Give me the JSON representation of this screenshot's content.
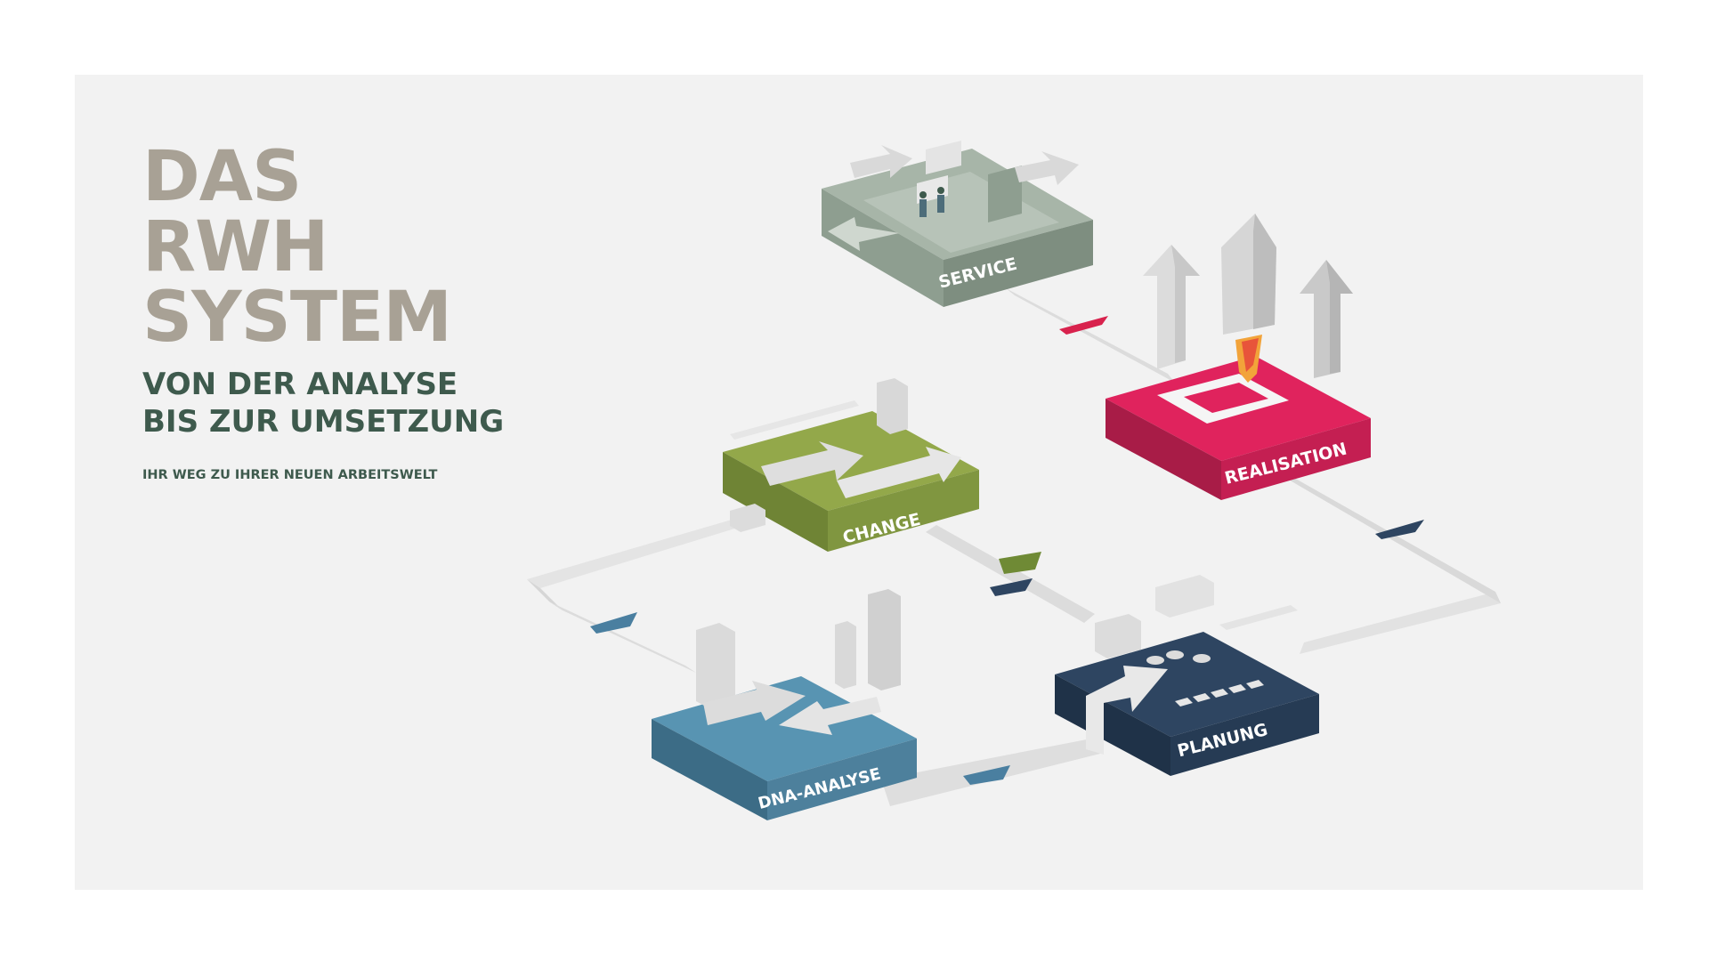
{
  "heading": {
    "line1": "DAS",
    "line2": "RWH",
    "line3": "SYSTEM",
    "sub1": "VON DER ANALYSE",
    "sub2": "BIS ZUR UMSETZUNG",
    "tagline": "IHR WEG ZU IHRER NEUEN ARBEITSWELT"
  },
  "stages": {
    "service": "SERVICE",
    "realisation": "REALISATION",
    "change": "CHANGE",
    "planung": "PLANUNG",
    "dna_analyse": "DNA-ANALYSE"
  },
  "colors": {
    "title_gray": "#a8a195",
    "subtitle_green": "#3e5a4d",
    "service_top": "#a7b5a8",
    "service_side": "#8e9e90",
    "realisation_top": "#e0235d",
    "realisation_side": "#a81c47",
    "change_top": "#93a84a",
    "change_side": "#6f8435",
    "planung_top": "#2e4561",
    "planung_side": "#1f3248",
    "dna_top": "#5894b2",
    "dna_side": "#3c6c86",
    "path": "#dedede",
    "arrow_red": "#d8224d",
    "arrow_navy": "#2e4561",
    "arrow_blue": "#4a7fa0",
    "arrow_green": "#6f8a35"
  },
  "icons": {
    "flow_arrows": "flow-arrow-icon",
    "rocket": "rocket-icon",
    "upward_arrows": "up-arrow-icon",
    "people": "people-icon",
    "blocks": "block-icon"
  }
}
